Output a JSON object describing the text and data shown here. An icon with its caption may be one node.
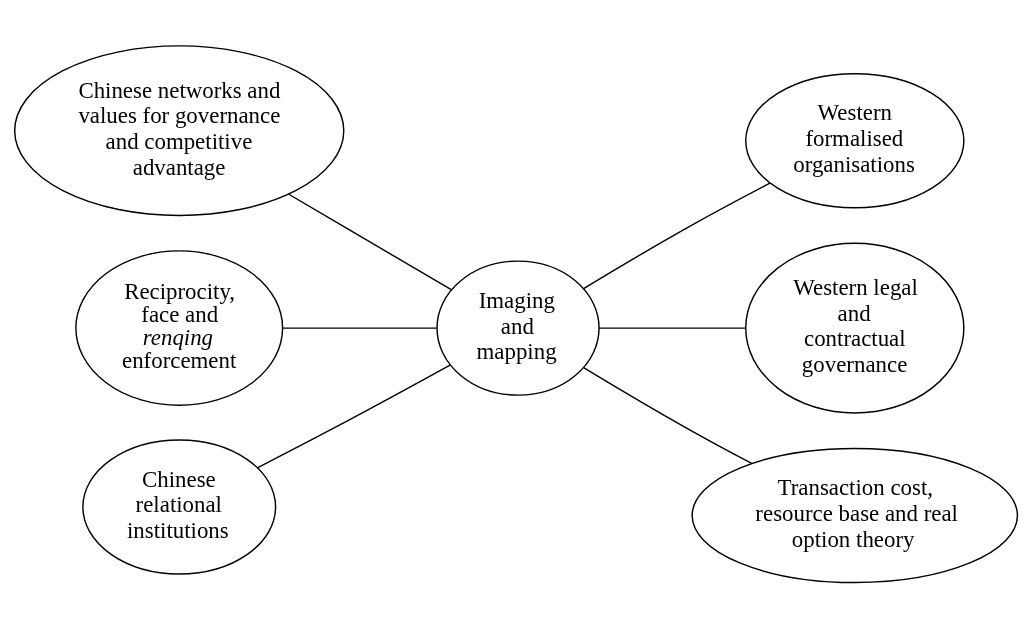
{
  "diagram": {
    "nodes": [
      {
        "text": [
          "Chinese networks and values for governance and competitive advantage"
        ]
      },
      {
        "text": [
          "Western formalised organisations"
        ]
      },
      {
        "text": [
          "Reciprocity, face and *renqing* enforcement"
        ]
      },
      {
        "text": [
          "Imaging and mapping"
        ]
      },
      {
        "text": [
          "Western legal and contractual governance"
        ]
      },
      {
        "text": [
          "Chinese relational institutions"
        ]
      },
      {
        "text": [
          "Transaction cost, resource base and real option theory"
        ]
      }
    ],
    "edges": [
      {
        "from": 3,
        "to": 0,
        "arrow": "none"
      },
      {
        "from": 3,
        "to": 1,
        "arrow": "none"
      },
      {
        "from": 3,
        "to": 2,
        "arrow": "none"
      },
      {
        "from": 3,
        "to": 4,
        "arrow": "none"
      },
      {
        "from": 3,
        "to": 5,
        "arrow": "none"
      },
      {
        "from": 3,
        "to": 6,
        "arrow": "none"
      }
    ]
  }
}
